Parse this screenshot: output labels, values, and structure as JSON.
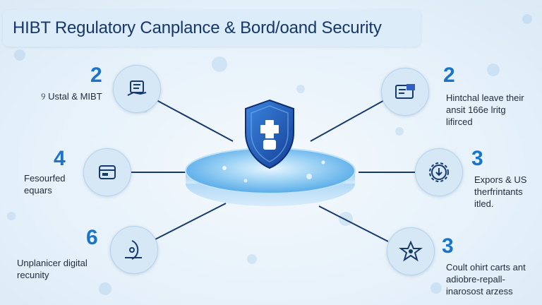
{
  "title": "HIBT Regulatory Canplance & Bord/oand Security",
  "center": {
    "icon": "shield-plus-icon"
  },
  "items": [
    {
      "number": "2",
      "label": "୨ Ustal & MIBT",
      "icon": "document-hand-icon"
    },
    {
      "number": "4",
      "label": "Fesourfed\nequars",
      "icon": "card-wallet-icon"
    },
    {
      "number": "6",
      "label": "Unplanicer digital\nrecunity",
      "icon": "eye-scanner-icon"
    },
    {
      "number": "2",
      "label": "Hintchal leave their\nansit 166e lritg\nlifirced",
      "icon": "browser-window-icon"
    },
    {
      "number": "3",
      "label": "Expors & US\ntherfrintants\nitled.",
      "icon": "gear-download-icon"
    },
    {
      "number": "3",
      "label": "Coult ohirt carts ant\nadiobre-repall-\ninarosost arzess",
      "icon": "star-badge-icon"
    }
  ],
  "colors": {
    "accent": "#1a74c9",
    "title": "#16376b",
    "shield": "#1f5fbf"
  }
}
